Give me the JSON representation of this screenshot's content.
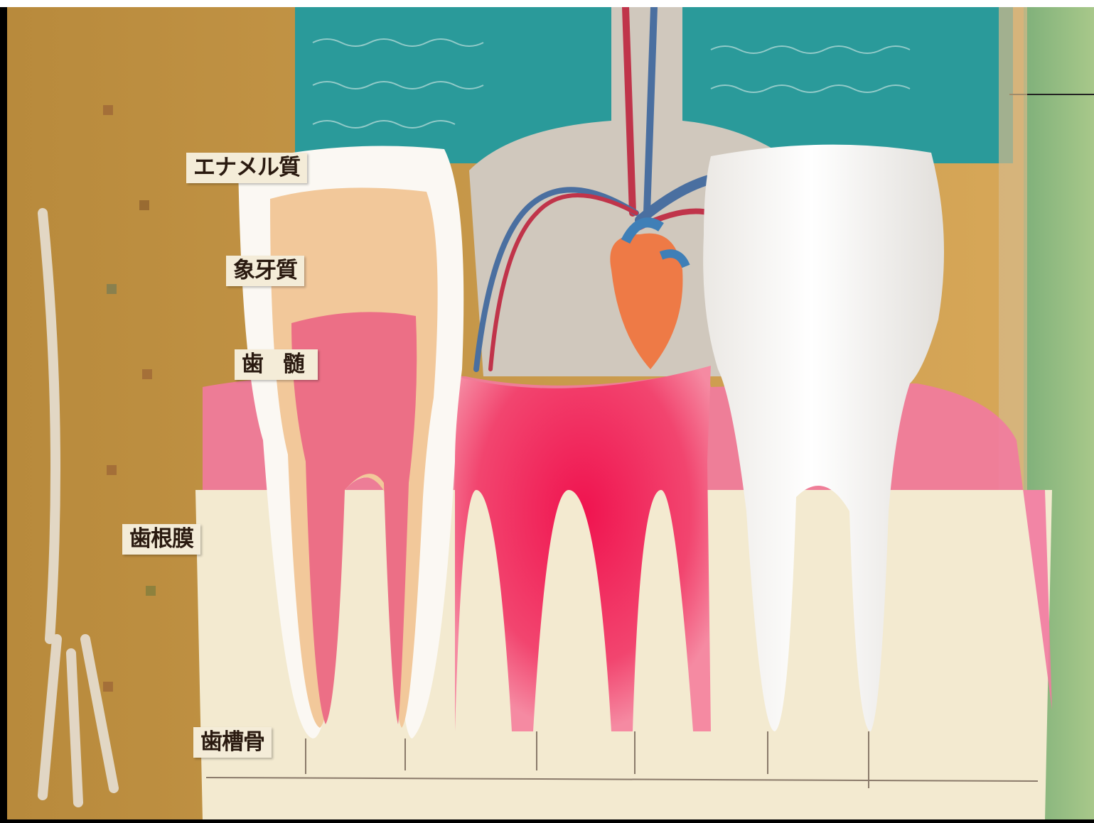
{
  "labels": {
    "enamel": "エナメル質",
    "dentin": "象牙質",
    "pulp": "歯 髄",
    "periodontal_ligament": "歯根膜",
    "alveolar_bone": "歯槽骨"
  },
  "colors": {
    "enamel": "#fbf8f3",
    "dentin": "#f2c89a",
    "pulp": "#ec6f86",
    "gum": "#f0407a",
    "bone": "#f3ead0",
    "chalkboard": "#2a9a9a",
    "wall": "#c79a4a",
    "label_bg": "#f4ecd8"
  },
  "icons": [
    "heart-icon",
    "blood-vessel-icon",
    "skeleton-hand-icon"
  ]
}
